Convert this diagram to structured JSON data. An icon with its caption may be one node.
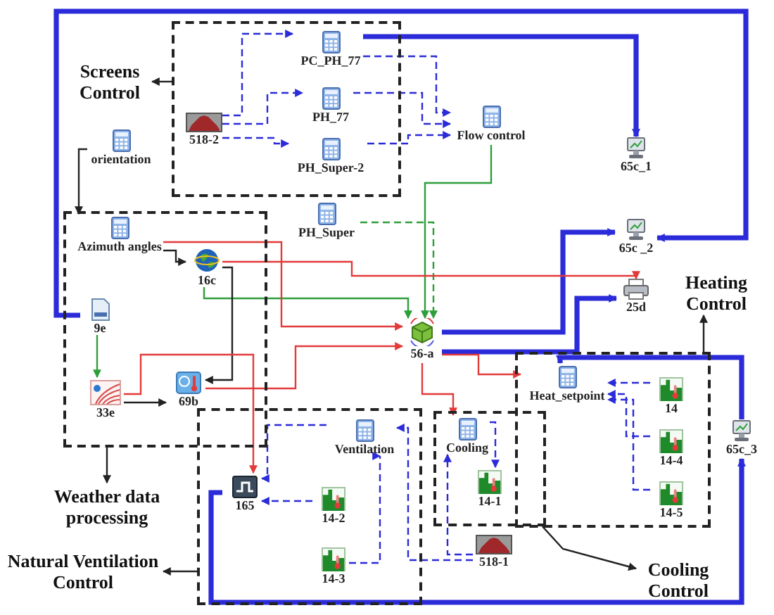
{
  "diagram": {
    "nodes": [
      {
        "text": [],
        "shape": "box"
      },
      {
        "text": [
          "Screens Control"
        ]
      },
      {
        "text": [],
        "shape": "box"
      },
      {
        "text": [
          "Weather data processing"
        ]
      },
      {
        "text": [],
        "shape": "box"
      },
      {
        "text": [
          "Natural Ventilation Control"
        ]
      },
      {
        "text": [],
        "shape": "box"
      },
      {
        "text": [
          "Cooling Control"
        ]
      },
      {
        "text": [],
        "shape": "box"
      },
      {
        "text": [
          "Heating Control"
        ]
      },
      {
        "text": [
          "PC_PH_77"
        ],
        "in": 0
      },
      {
        "text": [
          "518-2"
        ],
        "in": 0
      },
      {
        "text": [
          "PH_77"
        ],
        "in": 0
      },
      {
        "text": [
          "PH_Super-2"
        ],
        "in": 0
      },
      {
        "text": [
          "Flow control"
        ]
      },
      {
        "text": [
          "65c_1"
        ]
      },
      {
        "text": [
          "orientation"
        ]
      },
      {
        "text": [
          "Azimuth angles"
        ],
        "in": 2
      },
      {
        "text": [
          "16c"
        ],
        "in": 2
      },
      {
        "text": [
          "PH_Super"
        ]
      },
      {
        "text": [
          "65c _2"
        ]
      },
      {
        "text": [
          "25d"
        ]
      },
      {
        "text": [
          "9e"
        ],
        "in": 2
      },
      {
        "text": [
          "56-a"
        ]
      },
      {
        "text": [
          "33e"
        ],
        "in": 2
      },
      {
        "text": [
          "69b"
        ],
        "in": 2
      },
      {
        "text": [
          "Heat_setpoint"
        ],
        "in": 8
      },
      {
        "text": [
          "14"
        ],
        "in": 8
      },
      {
        "text": [
          "14-4"
        ],
        "in": 8
      },
      {
        "text": [
          "14-5"
        ],
        "in": 8
      },
      {
        "text": [
          "Cooling"
        ],
        "in": 6
      },
      {
        "text": [
          "14-1"
        ],
        "in": 6
      },
      {
        "text": [
          "Ventilation"
        ],
        "in": 4
      },
      {
        "text": [
          "165"
        ],
        "in": 4
      },
      {
        "text": [
          "14-2"
        ],
        "in": 4
      },
      {
        "text": [
          "14-3"
        ],
        "in": 4
      },
      {
        "text": [
          "518-1"
        ]
      },
      {
        "text": [
          "65c_3"
        ]
      }
    ],
    "edges": [
      {
        "from": 0,
        "to": 1,
        "arrow": "to",
        "color": "#222222"
      },
      {
        "from": 2,
        "to": 3,
        "arrow": "to",
        "color": "#222222"
      },
      {
        "from": 4,
        "to": 5,
        "arrow": "to",
        "color": "#222222"
      },
      {
        "from": 6,
        "to": 7,
        "arrow": "to",
        "color": "#222222"
      },
      {
        "from": 8,
        "to": 9,
        "arrow": "to",
        "color": "#222222"
      },
      {
        "from": 11,
        "to": 10,
        "arrow": "to",
        "style": "dashed"
      },
      {
        "from": 11,
        "to": 12,
        "arrow": "to",
        "style": "dashed"
      },
      {
        "from": 11,
        "to": 13,
        "arrow": "to",
        "style": "dashed"
      },
      {
        "from": 10,
        "to": 14,
        "arrow": "to",
        "style": "dashed"
      },
      {
        "from": 12,
        "to": 14,
        "arrow": "to",
        "style": "dashed"
      },
      {
        "from": 13,
        "to": 14,
        "arrow": "to",
        "style": "dashed"
      },
      {
        "from": 10,
        "to": 15,
        "arrow": "to",
        "style": "thick"
      },
      {
        "from": 22,
        "to": 20,
        "arrow": "to",
        "style": "thick"
      },
      {
        "from": 23,
        "to": 20,
        "arrow": "to",
        "style": "thick"
      },
      {
        "from": 23,
        "to": 21,
        "arrow": "to",
        "style": "thick"
      },
      {
        "from": 33,
        "to": 37,
        "arrow": "to",
        "style": "thick"
      },
      {
        "from": 37,
        "to": 26,
        "arrow": "to",
        "style": "thick"
      },
      {
        "from": 27,
        "to": 26,
        "arrow": "to",
        "style": "dashed"
      },
      {
        "from": 28,
        "to": 26,
        "arrow": "to",
        "style": "dashed"
      },
      {
        "from": 29,
        "to": 26,
        "arrow": "to",
        "style": "dashed"
      },
      {
        "from": 30,
        "to": 31,
        "arrow": "to",
        "style": "dashed"
      },
      {
        "from": 36,
        "to": 30,
        "arrow": "to",
        "style": "dashed"
      },
      {
        "from": 32,
        "to": 33,
        "arrow": "to",
        "style": "dashed"
      },
      {
        "from": 34,
        "to": 33,
        "arrow": "to",
        "style": "dashed"
      },
      {
        "from": 35,
        "to": 32,
        "arrow": "to",
        "style": "dashed"
      },
      {
        "from": 36,
        "to": 32,
        "arrow": "to",
        "style": "dashed"
      },
      {
        "from": 22,
        "to": 24,
        "arrow": "to",
        "color": "#2e9e3a"
      },
      {
        "from": 18,
        "to": 23,
        "arrow": "to",
        "color": "#2e9e3a"
      },
      {
        "from": 14,
        "to": 23,
        "arrow": "to",
        "color": "#2e9e3a"
      },
      {
        "from": 19,
        "to": 23,
        "arrow": "to",
        "style": "dashed",
        "color": "#2e9e3a"
      },
      {
        "from": 16,
        "to": 17,
        "arrow": "to",
        "color": "#222222"
      },
      {
        "from": 17,
        "to": 18,
        "arrow": "to",
        "color": "#222222"
      },
      {
        "from": 18,
        "to": 25,
        "arrow": "to",
        "color": "#222222"
      },
      {
        "from": 24,
        "to": 25,
        "arrow": "to",
        "color": "#222222"
      },
      {
        "from": 17,
        "to": 23,
        "arrow": "to",
        "color": "#e33a3a"
      },
      {
        "from": 25,
        "to": 23,
        "arrow": "to",
        "color": "#e33a3a"
      },
      {
        "from": 24,
        "to": 33,
        "arrow": "to",
        "color": "#e33a3a"
      },
      {
        "from": 23,
        "to": 26,
        "arrow": "to",
        "color": "#e33a3a"
      },
      {
        "from": 23,
        "to": 30,
        "arrow": "to",
        "color": "#e33a3a"
      },
      {
        "from": 18,
        "to": 21,
        "arrow": "to",
        "color": "#e33a3a"
      }
    ]
  }
}
